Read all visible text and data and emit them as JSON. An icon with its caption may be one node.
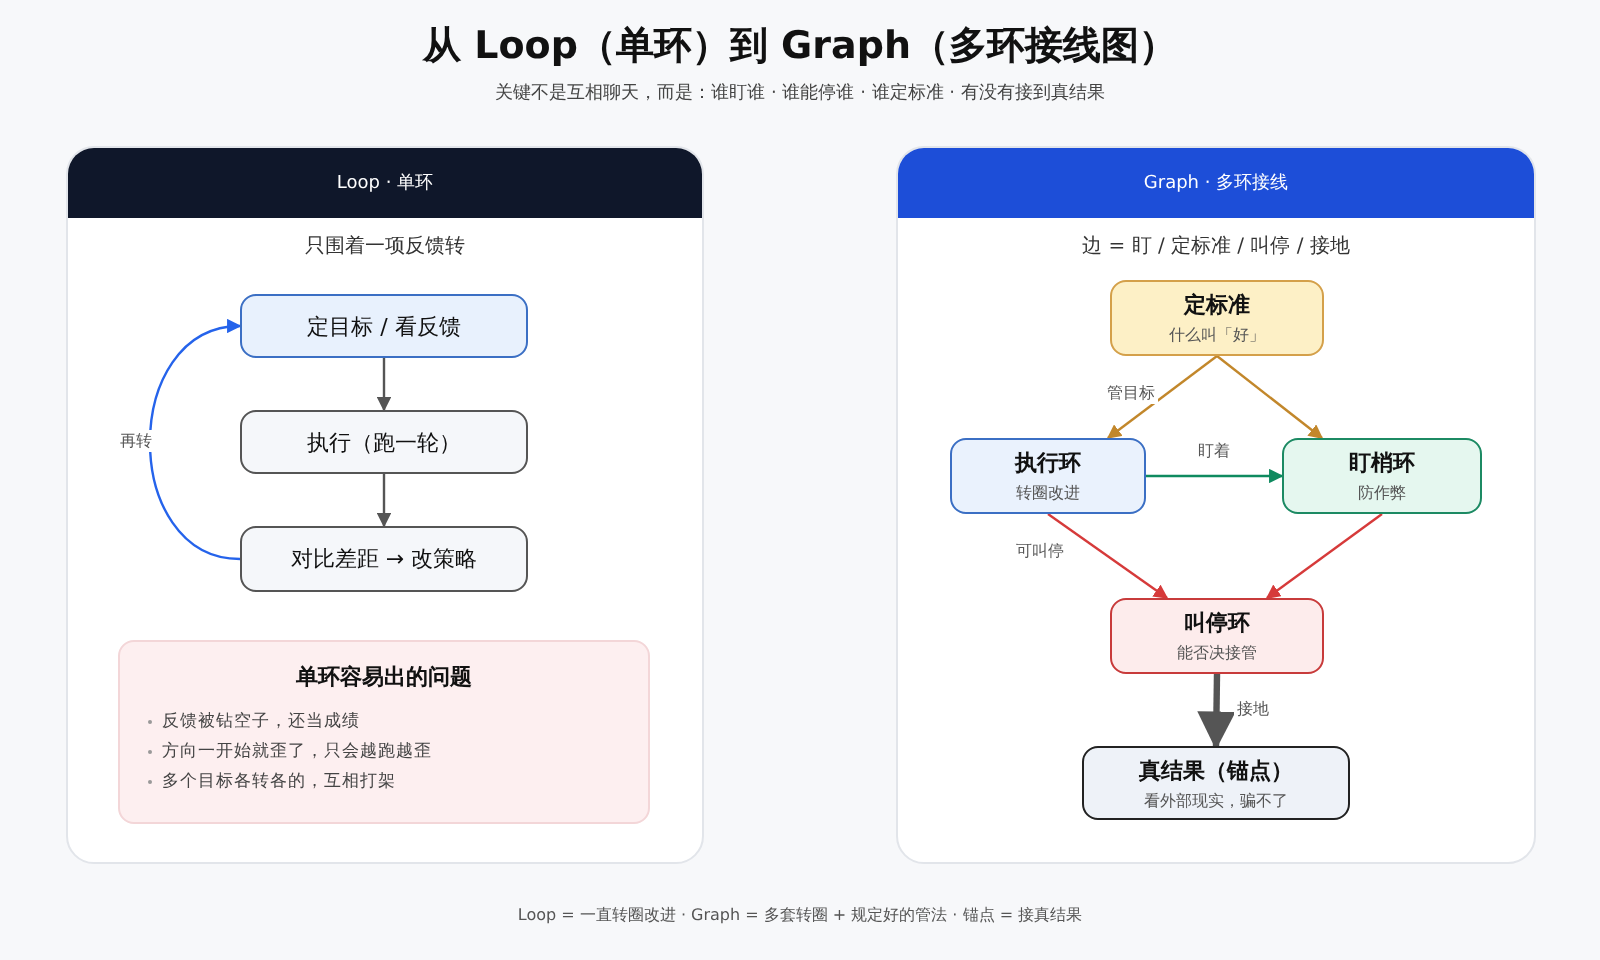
{
  "diagram": {
    "title": "从 Loop（单环）到 Graph（多环接线图）",
    "caption": "Loop = 一直转圈改进 · Graph = 多套转圈 + 规定好的管法 · 锚点 = 接真结果",
    "labels": [
      "关键不是互相聊天，而是：谁盯谁 · 谁能停谁 · 谁定标准 · 有没有接到真结果"
    ],
    "nodes": [
      {
        "text": [
          "Loop · 单环",
          "只围着一项反馈转"
        ]
      },
      {
        "text": [
          "定目标 / 看反馈"
        ],
        "in": 0
      },
      {
        "text": [
          "执行（跑一轮）"
        ],
        "in": 0
      },
      {
        "text": [
          "对比差距 → 改策略"
        ],
        "in": 0
      },
      {
        "text": [
          "单环容易出的问题",
          "反馈被钻空子，还当成绩",
          "方向一开始就歪了，只会越跑越歪",
          "多个目标各转各的，互相打架"
        ],
        "in": 0
      },
      {
        "text": [
          "Graph · 多环接线",
          "边 = 盯 / 定标准 / 叫停 / 接地"
        ]
      },
      {
        "text": [
          "定标准",
          "什么叫「好」"
        ],
        "in": 5
      },
      {
        "text": [
          "执行环",
          "转圈改进"
        ],
        "in": 5
      },
      {
        "text": [
          "盯梢环",
          "防作弊"
        ],
        "in": 5
      },
      {
        "text": [
          "叫停环",
          "能否决接管"
        ],
        "in": 5
      },
      {
        "text": [
          "真结果（锚点）",
          "看外部现实，骗不了"
        ],
        "in": 5
      }
    ],
    "edges": [
      {
        "from": 1,
        "to": 2,
        "arrow": "to"
      },
      {
        "from": 2,
        "to": 3,
        "arrow": "to"
      },
      {
        "from": 3,
        "to": 1,
        "arrow": "to",
        "label": "再转",
        "color": "#2563eb"
      },
      {
        "from": 6,
        "to": 7,
        "arrow": "to",
        "label": "管目标",
        "color": "#c2872b"
      },
      {
        "from": 6,
        "to": 8,
        "arrow": "to",
        "color": "#c2872b"
      },
      {
        "from": 7,
        "to": 8,
        "arrow": "to",
        "label": "盯着",
        "color": "#0f8a5f"
      },
      {
        "from": 7,
        "to": 9,
        "arrow": "to",
        "label": "可叫停",
        "color": "#d63a3a"
      },
      {
        "from": 8,
        "to": 9,
        "arrow": "to",
        "color": "#d63a3a"
      },
      {
        "from": 9,
        "to": 10,
        "arrow": "to",
        "label": "接地",
        "style": "thick"
      }
    ]
  }
}
